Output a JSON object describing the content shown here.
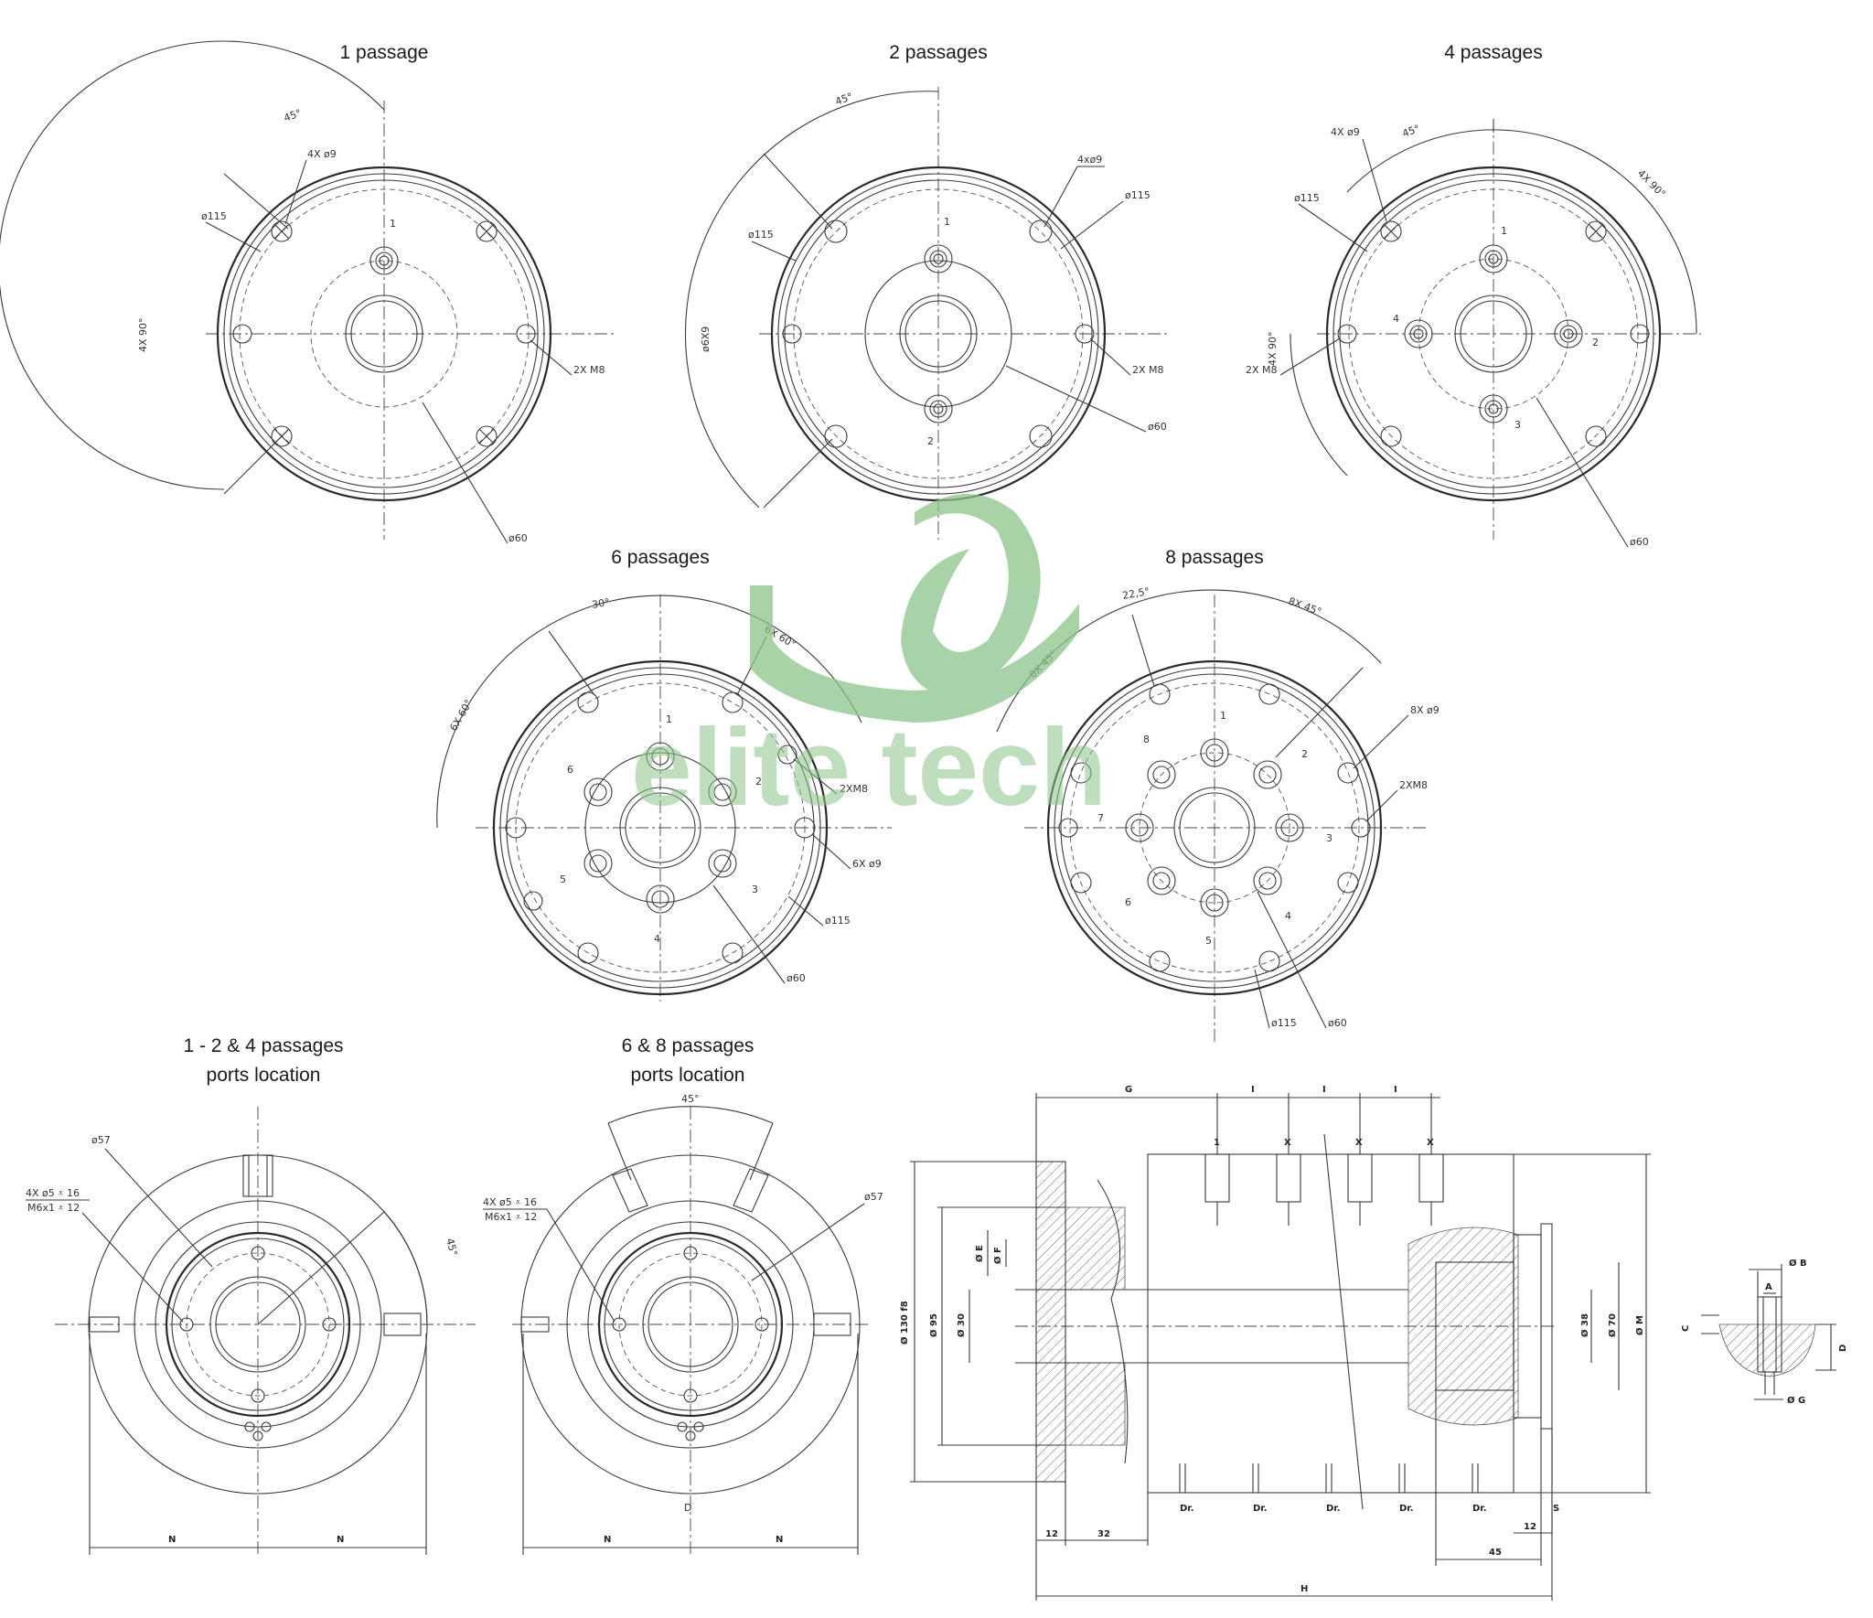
{
  "titles": {
    "one": "1 passage",
    "two": "2 passages",
    "four": "4 passages",
    "six": "6 passages",
    "eight": "8 passages",
    "ports124_a": "1 - 2 & 4 passages",
    "ports124_b": "ports location",
    "ports68_a": "6 & 8 passages",
    "ports68_b": "ports location"
  },
  "watermark": {
    "text": "elite tech",
    "color": "#8cc48a"
  },
  "labels": {
    "d115": "ø115",
    "d60": "ø60",
    "d57": "ø57",
    "m8": "2X M8",
    "m8b": "2XM8",
    "holes4": "4X ø9",
    "holes4b": "4xø9",
    "holes6": "6X ø9",
    "holes8": "8X ø9",
    "a45": "45°",
    "a30": "30°",
    "a225": "22,5°",
    "x90": "4X 90°",
    "x60": "6X 60°",
    "x45": "8X 45°",
    "d6x9": "ø6X9",
    "p1": "1",
    "p2": "2",
    "p3": "3",
    "p4": "4",
    "p5": "5",
    "p6": "6",
    "p7": "7",
    "p8": "8",
    "thread_a": "4X ø5 ⩡ 16",
    "thread_b": "M6x1 ⩡ 12",
    "N": "N",
    "D": "D",
    "G": "G",
    "I": "I",
    "X": "X",
    "H": "H",
    "Dr": "Dr.",
    "dim12": "12",
    "dim32": "32",
    "dim45": "45",
    "dimS": "S",
    "dE": "Ø E",
    "dF": "Ø F",
    "d130": "Ø 130 f8",
    "d95": "Ø 95",
    "d30": "Ø 30",
    "d38": "Ø 38",
    "d70": "Ø 70",
    "dM": "Ø M",
    "dB": "Ø B",
    "dA": "A",
    "dC": "C",
    "dDd": "D",
    "dG": "Ø G"
  }
}
